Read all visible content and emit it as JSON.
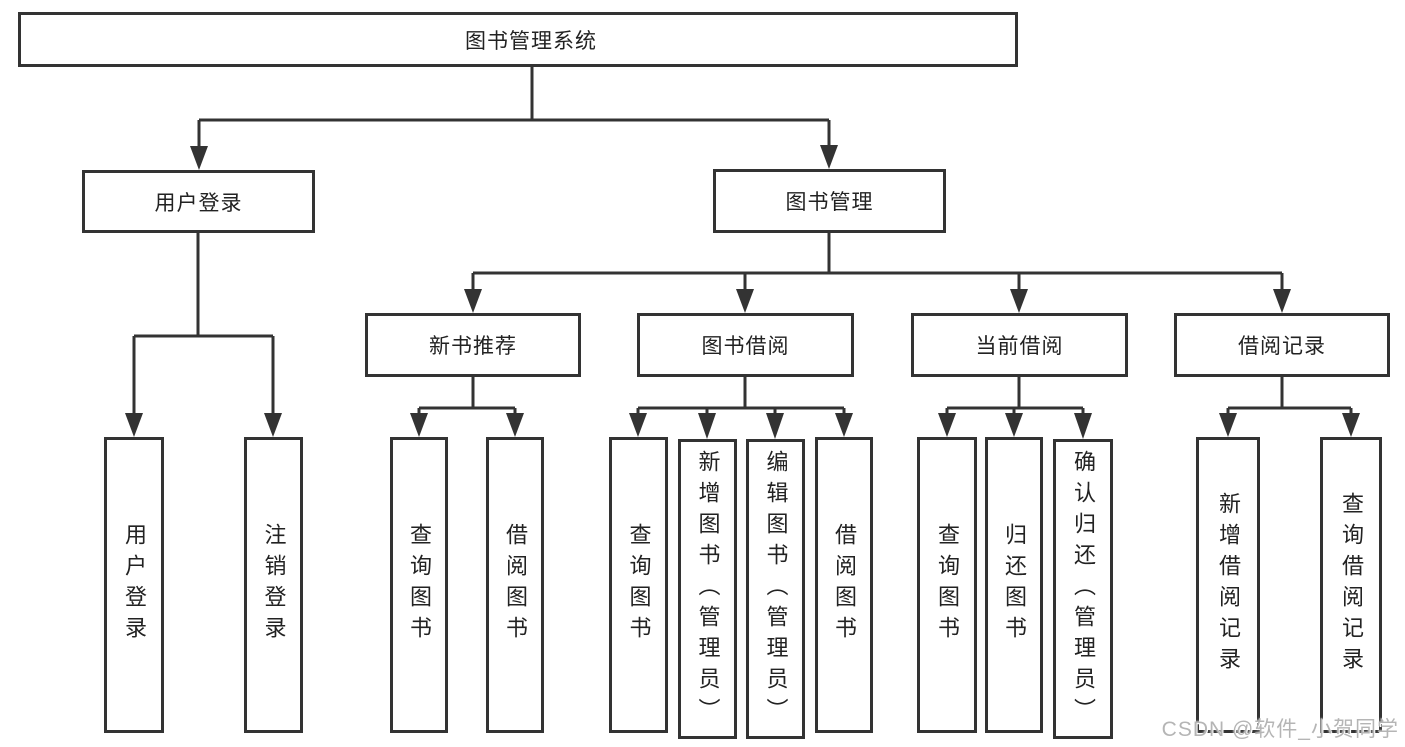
{
  "diagram": {
    "root_label": "图书管理系统",
    "branches": [
      {
        "label": "用户登录",
        "children": [
          {
            "label": "用户登录"
          },
          {
            "label": "注销登录"
          }
        ]
      },
      {
        "label": "图书管理",
        "groups": [
          {
            "label": "新书推荐",
            "children": [
              {
                "label": "查询图书"
              },
              {
                "label": "借阅图书"
              }
            ]
          },
          {
            "label": "图书借阅",
            "children": [
              {
                "label": "查询图书"
              },
              {
                "label": "新增图书（管理员）"
              },
              {
                "label": "编辑图书（管理员）"
              },
              {
                "label": "借阅图书"
              }
            ]
          },
          {
            "label": "当前借阅",
            "children": [
              {
                "label": "查询图书"
              },
              {
                "label": "归还图书"
              },
              {
                "label": "确认归还（管理员）"
              }
            ]
          },
          {
            "label": "借阅记录",
            "children": [
              {
                "label": "新增借阅记录"
              },
              {
                "label": "查询借阅记录"
              }
            ]
          }
        ]
      }
    ]
  },
  "watermark": {
    "text": "CSDN @软件_小贺同学",
    "color": "#b5b5b5"
  },
  "colors": {
    "line": "#333333",
    "text": "#222222",
    "background": "#ffffff"
  }
}
